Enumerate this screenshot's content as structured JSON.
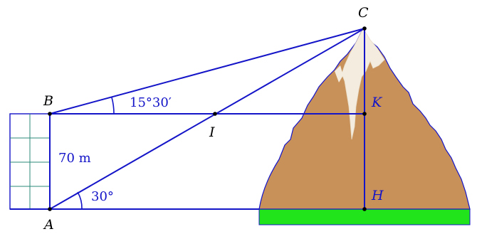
{
  "points": {
    "A": "A",
    "B": "B",
    "C": "C",
    "I": "I",
    "K": "K",
    "H": "H"
  },
  "measures": {
    "height_AB": "70 m",
    "angle_at_A": "30°",
    "angle_at_B": "15°30′"
  },
  "colors": {
    "lines": "#1414c8",
    "mountain": "#c8915a",
    "mountain_outline": "#1414c8",
    "snow": "#f3ecdf",
    "grass": "#22e41a",
    "tower_grid": "#2a8a7a"
  },
  "icons": {
    "mountain": "mountain-icon",
    "tower": "tower-icon"
  }
}
